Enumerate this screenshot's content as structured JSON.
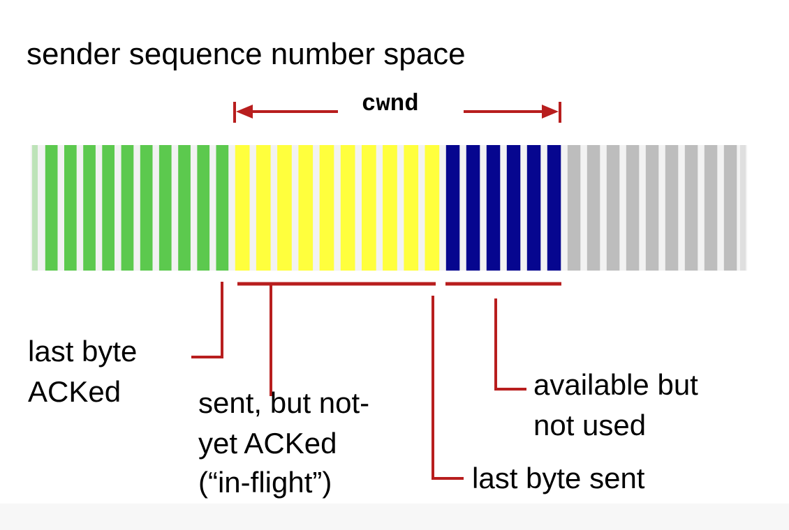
{
  "title": "sender sequence number space",
  "cwnd_label": "cwnd",
  "colors": {
    "acked": "#5cc94e",
    "in_flight": "#ffff3d",
    "usable": "#06068f",
    "not_usable": "#bdbdbd",
    "annotation": "#b81e1e",
    "text": "#000000"
  },
  "segments": {
    "acked": 10,
    "in_flight": 10,
    "usable": 6,
    "not_usable": 9
  },
  "labels": {
    "last_byte_acked": [
      "last byte",
      "ACKed"
    ],
    "in_flight": [
      "sent, but not-",
      "yet ACKed",
      "(“in-flight”)"
    ],
    "last_byte_sent": "last byte sent",
    "available_not_used": [
      "available but",
      "not used"
    ]
  }
}
